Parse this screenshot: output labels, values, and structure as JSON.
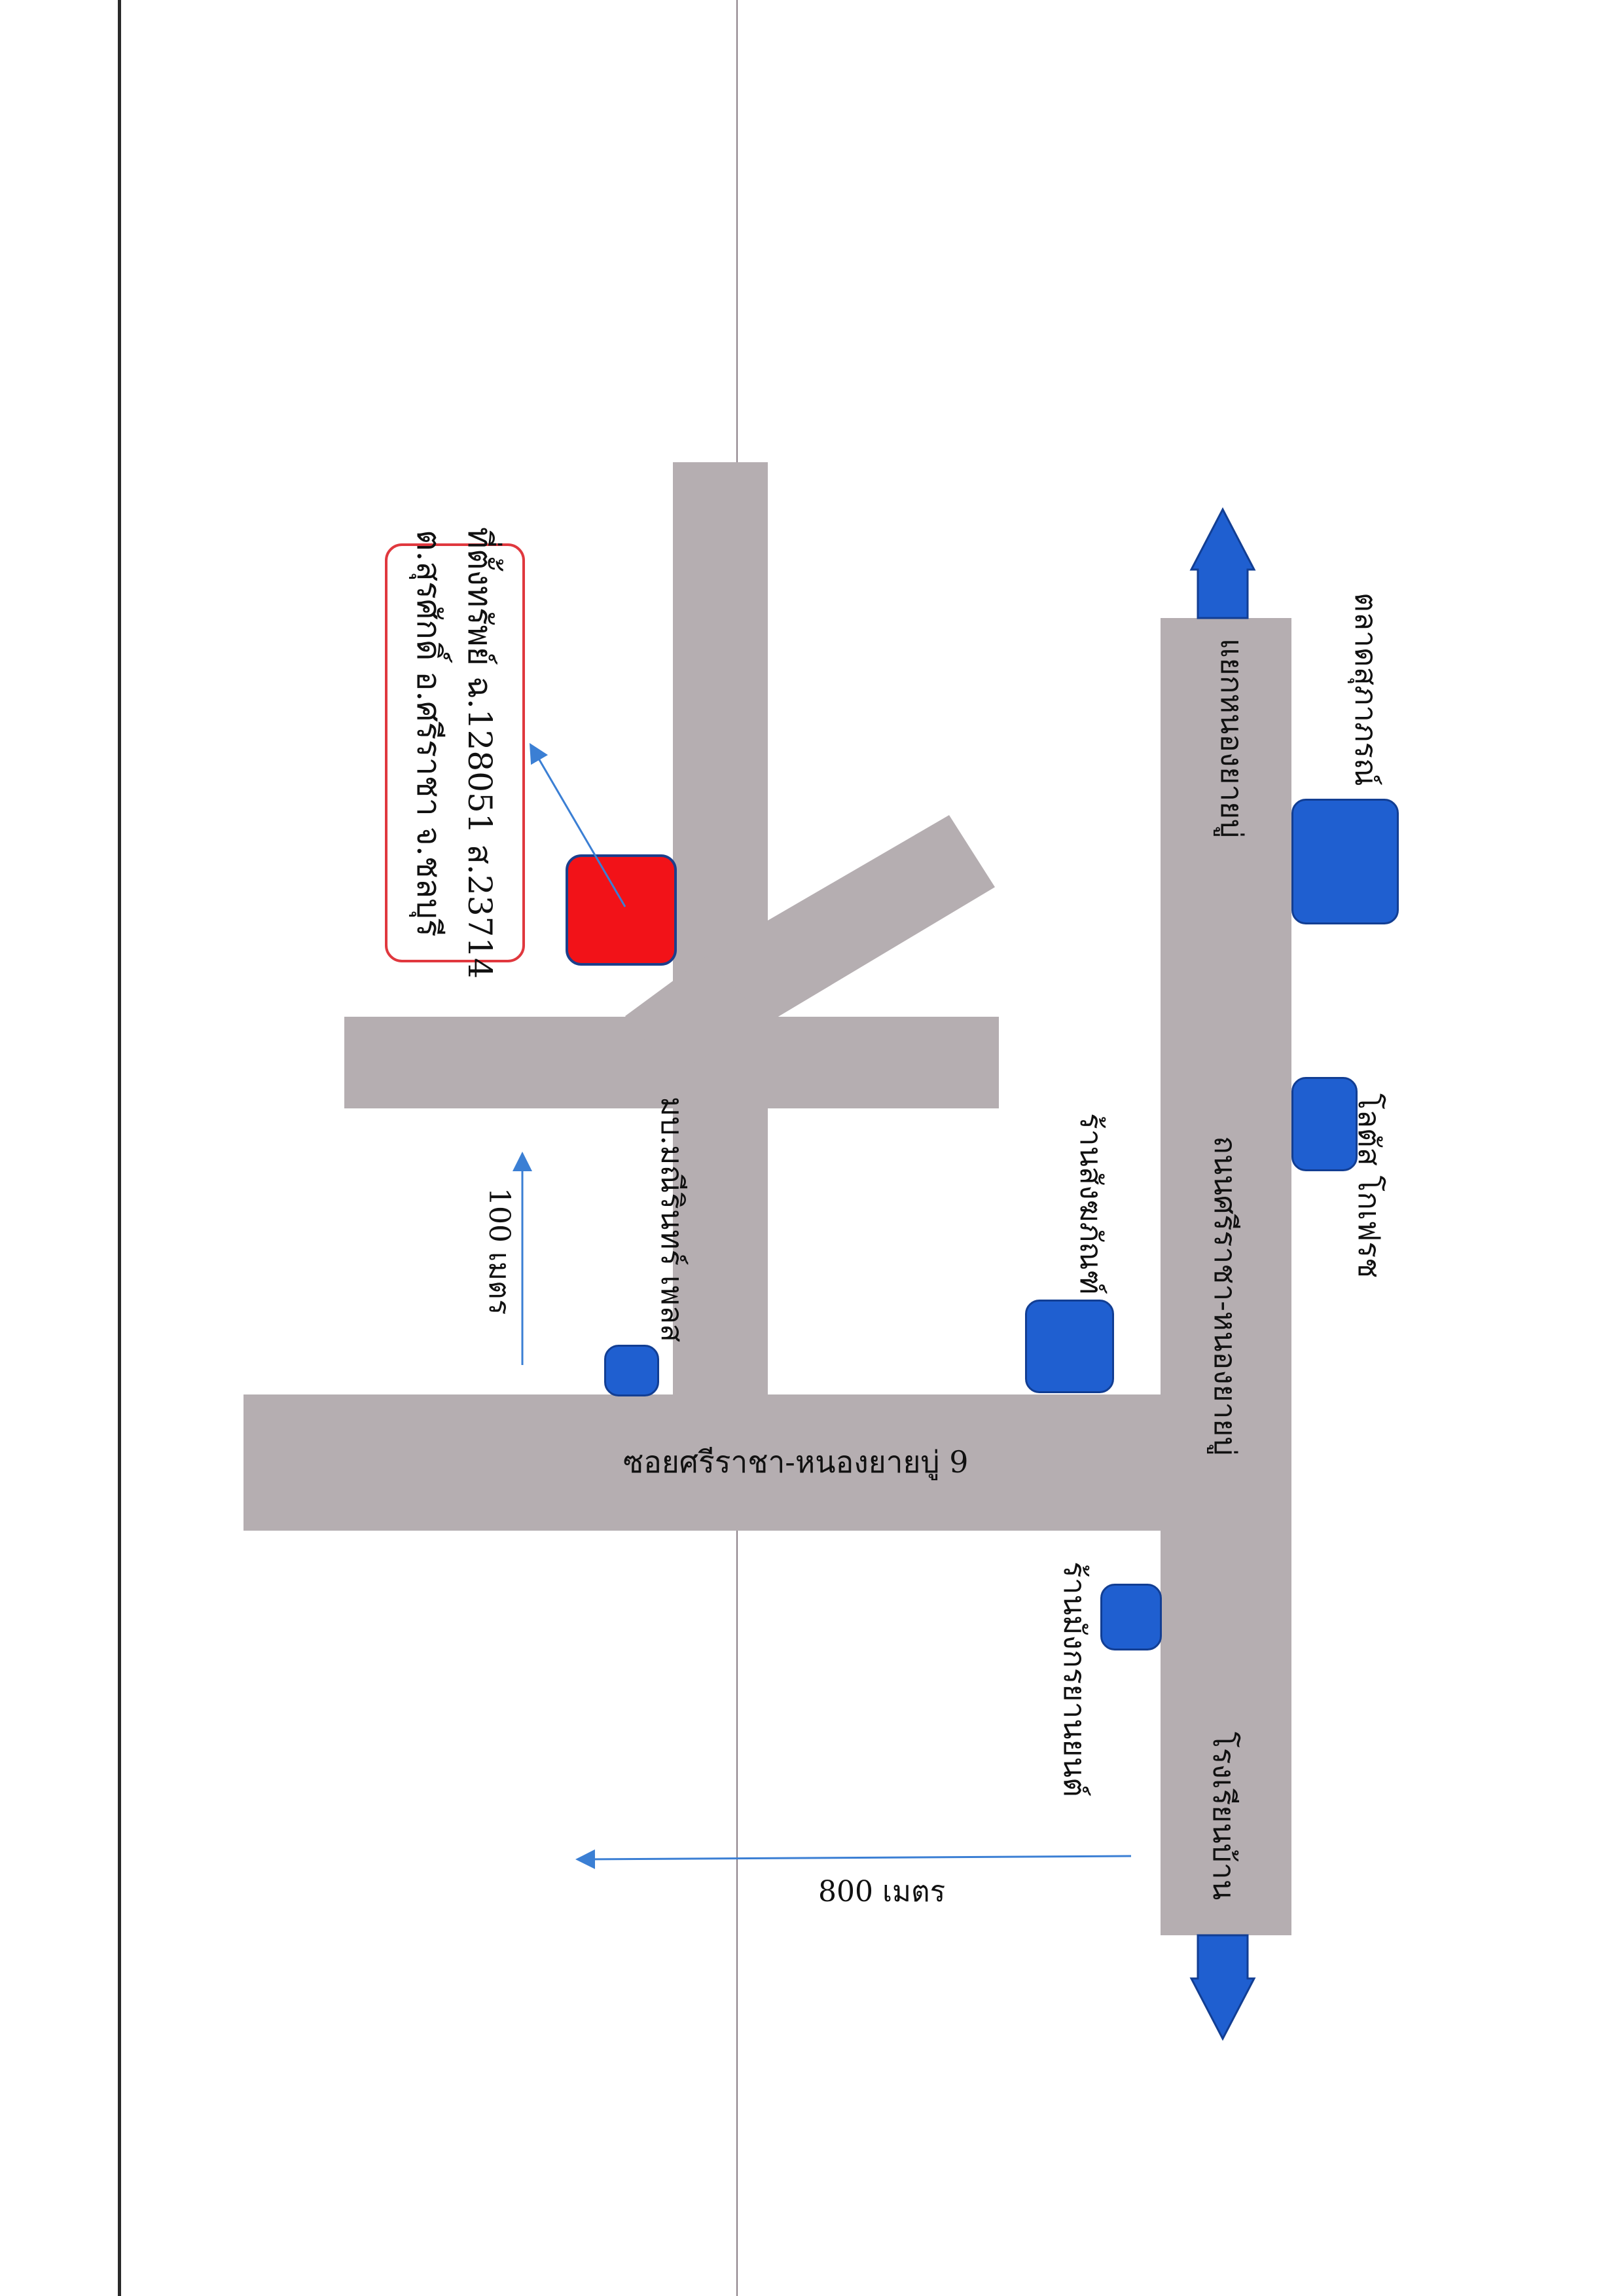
{
  "property_callout": {
    "line1": "ที่ตั้งทรัพย์ ฉ.128051 ส.23714",
    "line2": "ต.สุรศักดิ์ อ.ศรีราชา จ.ชลบุรี"
  },
  "roads": {
    "main_road": "ถนนศรีราชา-หนองยายบู่",
    "soi": "ซอยศรีราชา-หนองยายบู่ 9"
  },
  "landmarks": {
    "village": "มบ.มณีรินทร์ เพลส",
    "shop_sangkhaphan": "ร้านสังฆภัณฑ์",
    "shop_car_parts": "ร้านมังกรยานยนต์",
    "fresh_market": "ตลาดสุภาภรณ์",
    "lotus": "โลตัส โกเฟรช",
    "nong_yai_bu_junction": "แยกหนองยายบู่",
    "school": "โรงเรียนบ้าน"
  },
  "distances": {
    "soi_distance": "100 เมตร",
    "main_road_distance": "800 เมตร"
  },
  "colors": {
    "road": "#b5aeb1",
    "landmark": "#1f5fd0",
    "property": "#f21218",
    "callout_border": "#e0383e",
    "arrow": "#3b7fd4"
  }
}
